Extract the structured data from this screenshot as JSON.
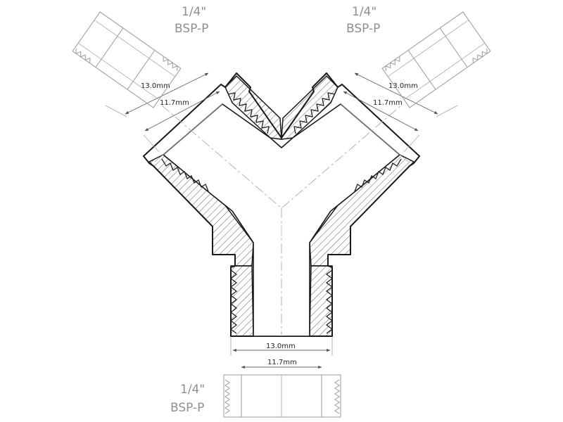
{
  "ports": {
    "left": {
      "size": "1/4\"",
      "thread": "BSP-P",
      "outer_dim": "13.0mm",
      "inner_dim": "11.7mm"
    },
    "right": {
      "size": "1/4\"",
      "thread": "BSP-P",
      "outer_dim": "13.0mm",
      "inner_dim": "11.7mm"
    },
    "bottom": {
      "size": "1/4\"",
      "thread": "BSP-P",
      "outer_dim": "13.0mm",
      "inner_dim": "11.7mm"
    }
  },
  "colors": {
    "line": "#1a1a1a",
    "label": "#8f8f8f",
    "hatch": "#333333"
  }
}
